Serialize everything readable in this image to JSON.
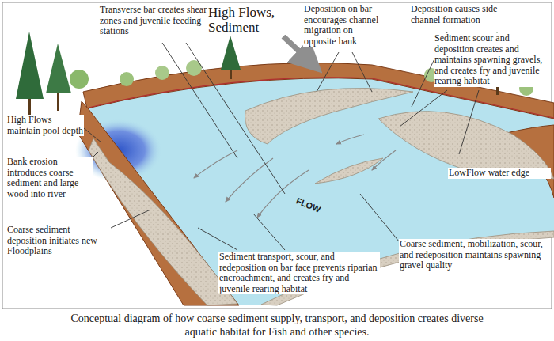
{
  "diagram": {
    "caption": "Conceptual diagram of how coarse sediment supply, transport, and deposition creates diverse aquatic habitat for Fish and other species.",
    "labels": [
      "Transverse bar creates shear zones and juvenile feeding stations",
      "High Flows, Sediment",
      "Deposition on bar encourages channel migration on opposite bank",
      "Deposition causes side channel formation",
      "Sediment scour and deposition creates and maintains spawning gravels, and creates fry and juvenile rearing habitat",
      "High Flows maintain pool depth",
      "Bank erosion introduces coarse sediment and large wood into river",
      "LowFlow water edge",
      "FLOW",
      "Coarse sediment deposition initiates new Floodplains",
      "Coarse sediment, mobilization, scour, and redeposition maintains spawning gravel quality",
      "Sediment transport, scour, and redeposition on bar face prevents riparian encroachment, and creates fry and juvenile rearing habitat"
    ]
  }
}
